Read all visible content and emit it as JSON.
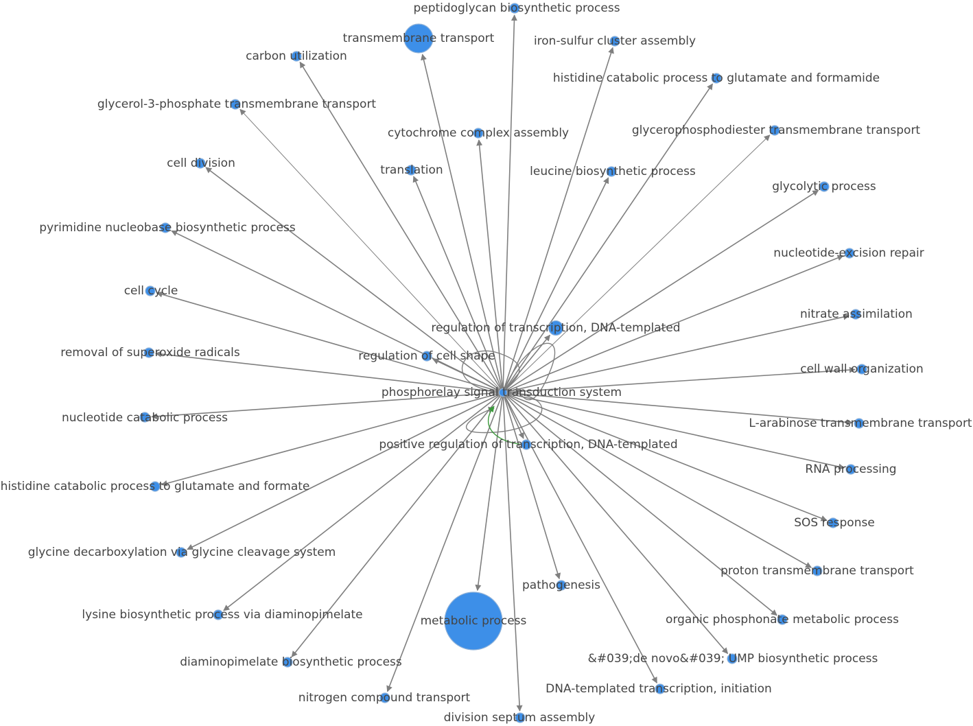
{
  "colors": {
    "node": "#3d8fe8",
    "node_stroke": "#8fb2d9",
    "edge": "#7f7f7f",
    "edge_positive": "#3c9a3c",
    "label": "#444444"
  },
  "hub": {
    "label": "phosphorelay signal transduction system",
    "size": 1
  },
  "nodes": [
    {
      "id": "n1",
      "label": "peptidoglycan biosynthetic process",
      "size": 1
    },
    {
      "id": "n2",
      "label": "transmembrane transport",
      "size": 3
    },
    {
      "id": "n3",
      "label": "iron-sulfur cluster assembly",
      "size": 1
    },
    {
      "id": "n4",
      "label": "carbon utilization",
      "size": 1
    },
    {
      "id": "n5",
      "label": "histidine catabolic process to glutamate and formamide",
      "size": 1
    },
    {
      "id": "n6",
      "label": "glycerol-3-phosphate transmembrane transport",
      "size": 1
    },
    {
      "id": "n7",
      "label": "cytochrome complex assembly",
      "size": 1
    },
    {
      "id": "n8",
      "label": "glycerophosphodiester transmembrane transport",
      "size": 1
    },
    {
      "id": "n9",
      "label": "cell division",
      "size": 1
    },
    {
      "id": "n10",
      "label": "translation",
      "size": 1
    },
    {
      "id": "n11",
      "label": "leucine biosynthetic process",
      "size": 1
    },
    {
      "id": "n12",
      "label": "glycolytic process",
      "size": 1
    },
    {
      "id": "n13",
      "label": "pyrimidine nucleobase biosynthetic process",
      "size": 1
    },
    {
      "id": "n14",
      "label": "nucleotide-excision repair",
      "size": 1
    },
    {
      "id": "n15",
      "label": "cell cycle",
      "size": 1
    },
    {
      "id": "n16",
      "label": "regulation of transcription, DNA-templated",
      "size": 1.5
    },
    {
      "id": "n17",
      "label": "nitrate assimilation",
      "size": 1
    },
    {
      "id": "n18",
      "label": "removal of superoxide radicals",
      "size": 1
    },
    {
      "id": "n19",
      "label": "regulation of cell shape",
      "size": 1
    },
    {
      "id": "n20",
      "label": "cell wall organization",
      "size": 1
    },
    {
      "id": "n21",
      "label": "nucleotide catabolic process",
      "size": 1
    },
    {
      "id": "n22",
      "label": "L-arabinose transmembrane transport",
      "size": 1
    },
    {
      "id": "n23",
      "label": "positive regulation of transcription, DNA-templated",
      "size": 1
    },
    {
      "id": "n24",
      "label": "RNA processing",
      "size": 1
    },
    {
      "id": "n25",
      "label": "histidine catabolic process to glutamate and formate",
      "size": 1
    },
    {
      "id": "n26",
      "label": "SOS response",
      "size": 1
    },
    {
      "id": "n27",
      "label": "glycine decarboxylation via glycine cleavage system",
      "size": 1
    },
    {
      "id": "n28",
      "label": "proton transmembrane transport",
      "size": 1
    },
    {
      "id": "n29",
      "label": "pathogenesis",
      "size": 1
    },
    {
      "id": "n30",
      "label": "lysine biosynthetic process via diaminopimelate",
      "size": 1
    },
    {
      "id": "n31",
      "label": "metabolic process",
      "size": 6
    },
    {
      "id": "n32",
      "label": "organic phosphonate metabolic process",
      "size": 1
    },
    {
      "id": "n33",
      "label": "diaminopimelate biosynthetic process",
      "size": 1
    },
    {
      "id": "n34",
      "label": "&#039;de novo&#039; UMP biosynthetic process",
      "size": 1
    },
    {
      "id": "n35",
      "label": "nitrogen compound transport",
      "size": 1
    },
    {
      "id": "n36",
      "label": "DNA-templated transcription, initiation",
      "size": 1
    },
    {
      "id": "n37",
      "label": "division septum assembly",
      "size": 1
    }
  ],
  "edges": {
    "hub_to_all": true,
    "loops": [
      {
        "node": "n19",
        "type": "positive"
      },
      {
        "node": "n16",
        "type": "regular"
      },
      {
        "node": "n23",
        "type": "positive"
      }
    ]
  }
}
